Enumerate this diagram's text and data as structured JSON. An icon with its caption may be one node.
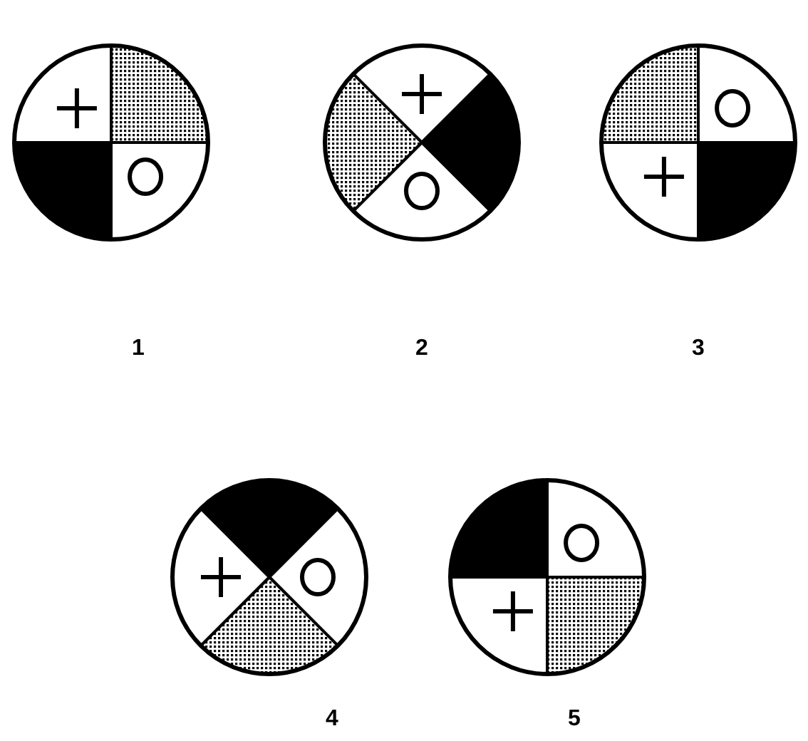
{
  "diagram": {
    "nodes": [
      {
        "text": [],
        "shape": "circle"
      },
      {
        "text": [],
        "shape": "circle"
      },
      {
        "text": [],
        "shape": "circle"
      },
      {
        "text": [],
        "shape": "circle"
      },
      {
        "text": [],
        "shape": "circle"
      }
    ],
    "labels": [
      "1",
      "2",
      "3",
      "4",
      "5"
    ]
  }
}
